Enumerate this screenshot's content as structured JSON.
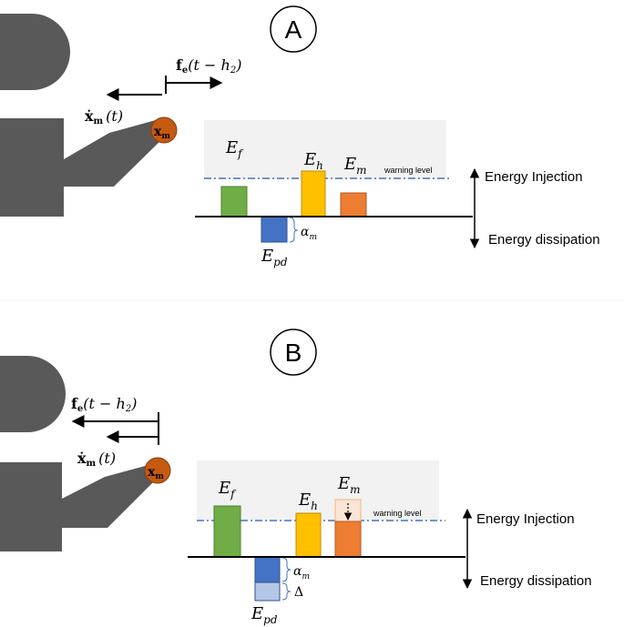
{
  "panels": [
    {
      "label": "A",
      "force_text": "f",
      "force_sub": "e",
      "force_arg": "(t − h",
      "force_arg_sub": "2",
      "force_arg_close": ")",
      "vel_text": "ẋ",
      "vel_sub": "m",
      "vel_arg": "(t)",
      "ball_text": "x",
      "ball_sub": "m",
      "warning_label": "warning level",
      "injection_label": "Energy Injection",
      "dissipation_label": "Energy dissipation",
      "bars": {
        "ef": {
          "label": "E",
          "sub": "f"
        },
        "epd": {
          "label": "E",
          "sub": "pd"
        },
        "alpha": {
          "label": "α",
          "sub": "m"
        },
        "eh": {
          "label": "E",
          "sub": "h"
        },
        "em": {
          "label": "E",
          "sub": "m"
        }
      }
    },
    {
      "label": "B",
      "force_text": "f",
      "force_sub": "e",
      "force_arg": "(t − h",
      "force_arg_sub": "2",
      "force_arg_close": ")",
      "vel_text": "ẋ",
      "vel_sub": "m",
      "vel_arg": "(t)",
      "ball_text": "x",
      "ball_sub": "m",
      "warning_label": "warning level",
      "injection_label": "Energy Injection",
      "dissipation_label": "Energy dissipation",
      "bars": {
        "ef": {
          "label": "E",
          "sub": "f"
        },
        "epd": {
          "label": "E",
          "sub": "pd"
        },
        "alpha": {
          "label": "α",
          "sub": "m"
        },
        "delta": {
          "label": "Δ"
        },
        "eh": {
          "label": "E",
          "sub": "h"
        },
        "em": {
          "label": "E",
          "sub": "m"
        }
      }
    }
  ],
  "colors": {
    "figure": "#595959",
    "ball": "#c55a11",
    "green": "#70ad47",
    "blue": "#4472c4",
    "light_blue": "#b4c7e7",
    "yellow": "#ffc000",
    "orange": "#ed7d31",
    "light_orange": "#fbe5d6",
    "dash": "#4472c4",
    "shade": "#f2f2f2"
  }
}
